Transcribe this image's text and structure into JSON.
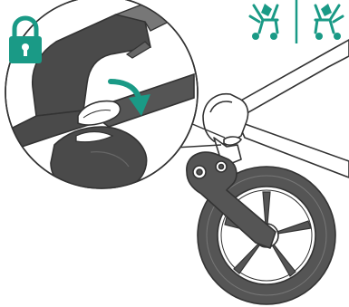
{
  "colors": {
    "accent": "#1a9a86",
    "frame_dark": "#4a4a4a",
    "frame_light": "#ffffff",
    "tire": "#555555",
    "outline": "#333333",
    "hub": "#7a7a7a"
  },
  "icons": {
    "lock": "lock-icon",
    "stroller_pair": "stroller-direction-icons",
    "arrow": "curved-arrow-icon"
  },
  "detail": {
    "zoom_circle": "magnified-detail",
    "action": "press-down"
  }
}
